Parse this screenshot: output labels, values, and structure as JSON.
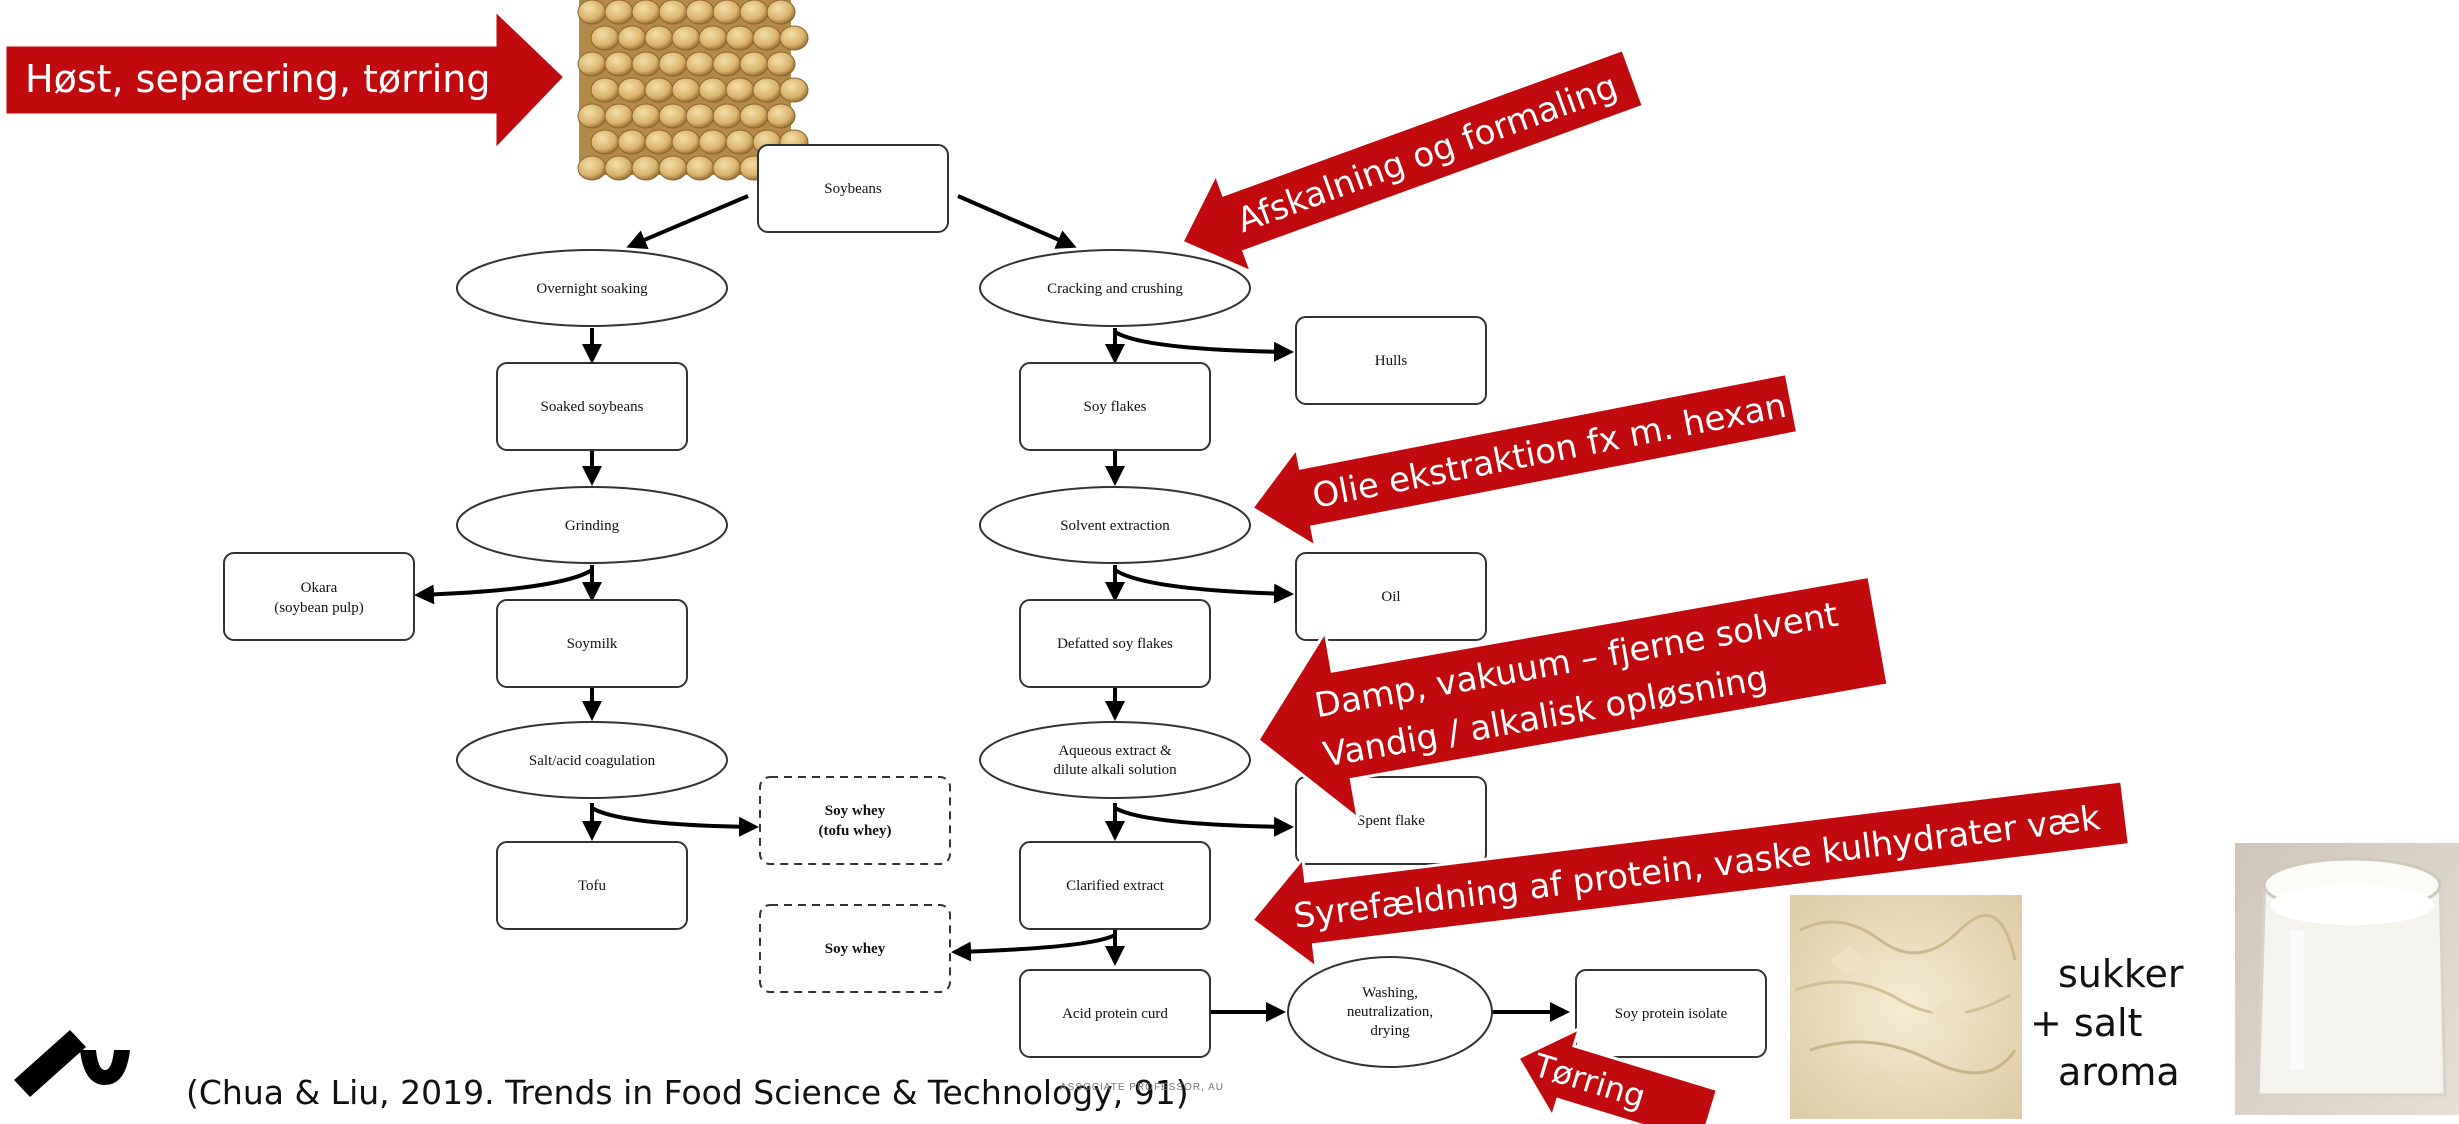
{
  "diagram": {
    "nodes": {
      "soybeans": "Soybeans",
      "overnight_soaking": "Overnight soaking",
      "soaked_soybeans": "Soaked soybeans",
      "grinding": "Grinding",
      "okara_line1": "Okara",
      "okara_line2": "(soybean pulp)",
      "soymilk": "Soymilk",
      "salt_acid_coagulation": "Salt/acid coagulation",
      "tofu": "Tofu",
      "soy_whey_tofu_line1": "Soy whey",
      "soy_whey_tofu_line2": "(tofu whey)",
      "cracking_crushing": "Cracking and crushing",
      "hulls": "Hulls",
      "soy_flakes": "Soy flakes",
      "solvent_extraction": "Solvent extraction",
      "oil": "Oil",
      "defatted_soy_flakes": "Defatted soy flakes",
      "aqueous_extract_line1": "Aqueous extract &",
      "aqueous_extract_line2": "dilute alkali solution",
      "spent_flake": "Spent flake",
      "clarified_extract": "Clarified extract",
      "soy_whey": "Soy whey",
      "acid_protein_curd": "Acid protein curd",
      "washing_line1": "Washing,",
      "washing_line2": "neutralization,",
      "washing_line3": "drying",
      "soy_protein_isolate": "Soy protein isolate"
    }
  },
  "annotations": {
    "harvest": "Høst, separering, tørring",
    "dehulling": "Afskalning og formaling",
    "oil_extraction": "Olie ekstraktion fx m. hexan",
    "steam_vacuum": "Damp, vakuum – fjerne solvent",
    "aqueous": "Vandig / alkalisk opløsning",
    "acid_precipitation": "Syrefældning af protein, vaske kulhydrater væk",
    "drying": "Tørring"
  },
  "additives": {
    "line1": "sukker",
    "line2": "+ salt",
    "line3": "aroma"
  },
  "citation": "(Chua & Liu, 2019. Trends in Food Science & Technology, 91)",
  "footer_partial": "ASSOCIATE PROFESSOR, AU",
  "colors": {
    "banner": "#c00a0e",
    "banner_border": "#ffffff",
    "line": "#000000"
  },
  "icons": {
    "logo": "aarhus-university-logo",
    "soybeans_photo": "soybeans-photo",
    "protein_powder_photo": "protein-powder-photo",
    "soymilk_glass_photo": "soymilk-glass-photo"
  }
}
